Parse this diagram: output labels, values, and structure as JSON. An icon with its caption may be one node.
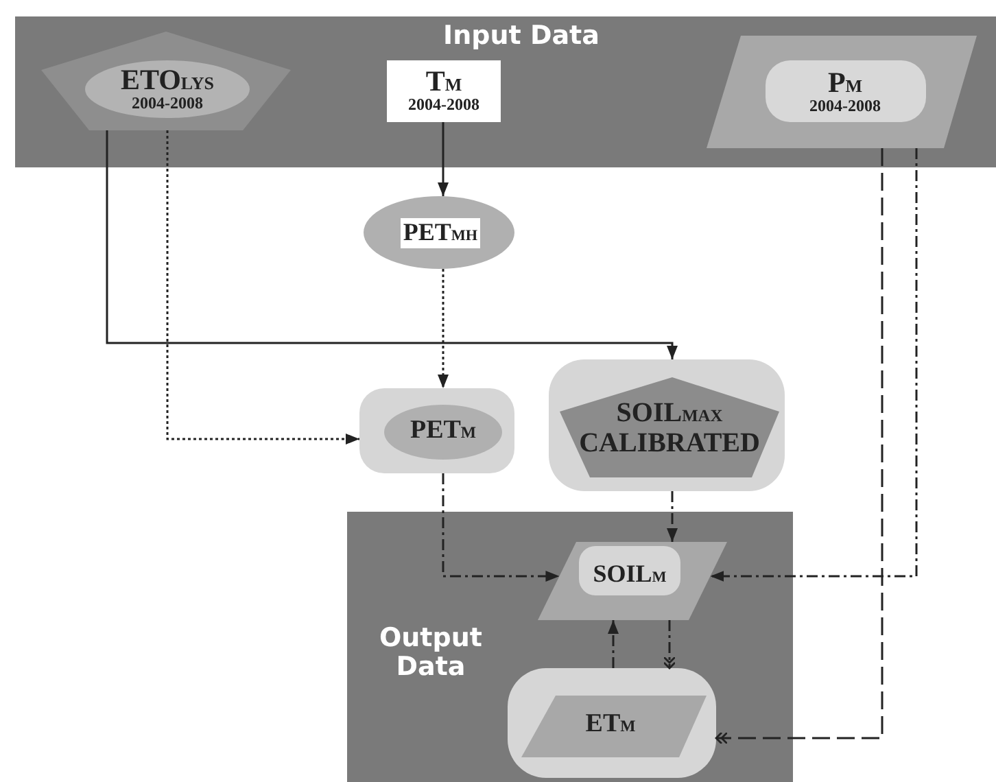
{
  "diagram": {
    "nodes": [
      {
        "text": [
          "Input Data"
        ]
      },
      {
        "text": [
          "ETO$_{LYS}$",
          "2004-2008"
        ],
        "in": 0
      },
      {
        "text": [
          "T$_{M}$",
          "2004-2008"
        ],
        "in": 0
      },
      {
        "text": [
          "P$_{M}$",
          "2004-2008"
        ],
        "in": 0
      },
      {
        "text": [
          "PET$_{MH}$"
        ]
      },
      {
        "text": [
          "PET$_{M}$"
        ]
      },
      {
        "text": [
          "SOIL$_{MAX}$ CALIBRATED"
        ]
      },
      {
        "text": [
          "Output Data"
        ]
      },
      {
        "text": [
          "SOIL$_{M}$"
        ],
        "in": 7
      },
      {
        "text": [
          "ET$_{M}$"
        ],
        "in": 7
      }
    ],
    "edges": [
      {
        "from": 2,
        "to": 4,
        "arrow": "to"
      },
      {
        "from": 1,
        "to": 6,
        "arrow": "to"
      },
      {
        "from": 1,
        "to": 5,
        "arrow": "to",
        "style": "dashed"
      },
      {
        "from": 4,
        "to": 5,
        "arrow": "to",
        "style": "dashed"
      },
      {
        "from": 5,
        "to": 8,
        "arrow": "to",
        "style": "dashed"
      },
      {
        "from": 6,
        "to": 8,
        "arrow": "to",
        "style": "dashed"
      },
      {
        "from": 3,
        "to": 8,
        "arrow": "to",
        "style": "dashed"
      },
      {
        "from": 3,
        "to": 9,
        "arrow": "to",
        "style": "dashed"
      },
      {
        "from": 9,
        "to": 8,
        "arrow": "to",
        "style": "dashed"
      },
      {
        "from": 8,
        "to": 9,
        "arrow": "to",
        "style": "dashed"
      }
    ]
  }
}
